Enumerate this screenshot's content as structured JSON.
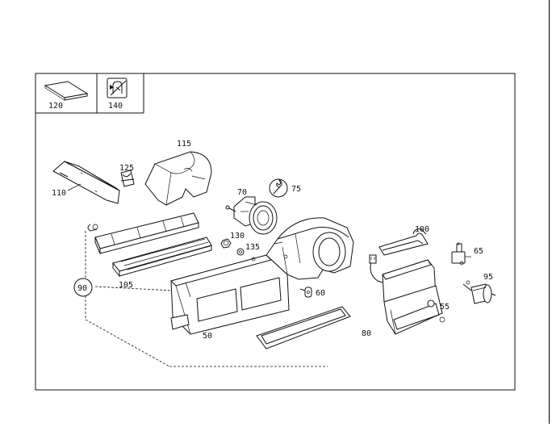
{
  "legend": {
    "left_label": "120",
    "right_label": "140"
  },
  "callouts": {
    "c110": "110",
    "c125": "125",
    "c115": "115",
    "c70": "70",
    "c75": "75",
    "c100": "100",
    "c65": "65",
    "c130": "130",
    "c135": "135",
    "c105": "105",
    "c90": "90",
    "c60": "60",
    "c95": "95",
    "c55": "55",
    "c80": "80",
    "c50": "50"
  }
}
